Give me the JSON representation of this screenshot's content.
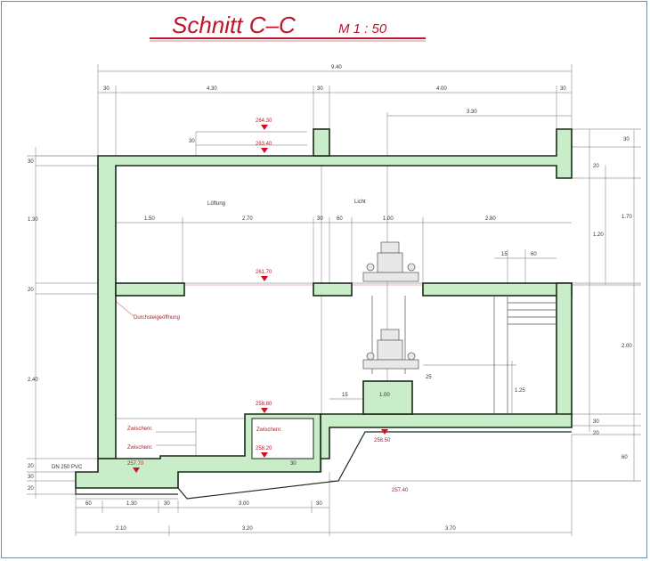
{
  "title": "Schnitt   C–C",
  "scale": "M 1 : 50",
  "colors": {
    "title": "#c0142a",
    "wall_fill": "#c9ecc9",
    "wall_stroke": "#1a2a1a",
    "dimension": "#888888",
    "level_marker": "#cc1020"
  },
  "top_dimensions": {
    "overall": "9.40",
    "segments": [
      "30",
      "4.30",
      "30",
      "4.00",
      "30"
    ],
    "upper_right": "3.30"
  },
  "middle_dimensions": [
    "1.50",
    "2.70",
    "30",
    "60",
    "1.00",
    "2.80"
  ],
  "small_dimensions": {
    "parapet": "30",
    "ladder_a": "15",
    "ladder_b": "60",
    "step": "15",
    "pump_base": "1.00",
    "pump_height": "1.25",
    "pump_small": "25",
    "pipe": "30"
  },
  "levels": {
    "top": "264.30",
    "roof": "263.40",
    "middle": "261.70",
    "lower_mid": "258.80",
    "lower_step": "258.20",
    "lower_left": "257.70",
    "bottom_right": "258.50",
    "ground": "257.40"
  },
  "labels": {
    "room_upper": "Lüftung",
    "room_upper_right": "Licht",
    "opening": "Durchsteigeöffnung",
    "zone_a": "Zwischenr.",
    "zone_b": "Zwischenr.",
    "zone_c": "Zwischenr.",
    "pipe": "DN 250 PVC"
  },
  "left_dimensions": [
    "30",
    "1.30",
    "20",
    "2.40",
    "20",
    "30",
    "20"
  ],
  "right_dimensions": [
    "30",
    "20",
    "1.70",
    "1.20",
    "2.00",
    "30",
    "20",
    "60"
  ],
  "bottom_dimensions": {
    "row1": [
      "60",
      "1.30",
      "30",
      "3.00",
      "30"
    ],
    "row2": [
      "2.10",
      "3.20",
      "3.70"
    ]
  }
}
